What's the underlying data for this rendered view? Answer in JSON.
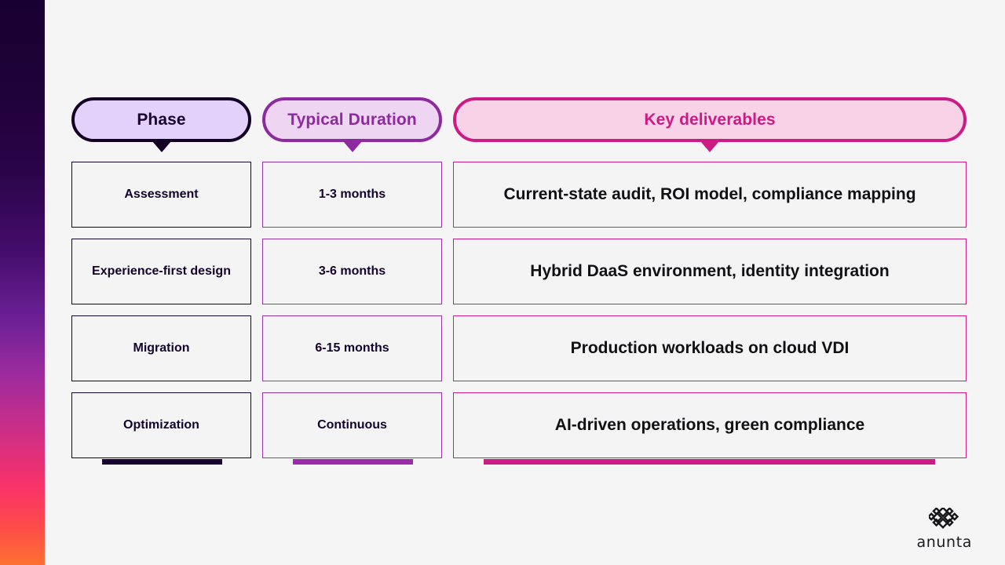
{
  "theme": {
    "gradient_top": "#190032",
    "gradient_mid": "#9b2b9e",
    "gradient_bottom": "#fe7032",
    "background": "#f5f5f6",
    "phase_accent": "#130024",
    "duration_accent": "#8e2aa0",
    "deliverable_accent": "#cc1b84"
  },
  "table": {
    "headers": [
      {
        "label": "Phase",
        "key": "phase"
      },
      {
        "label": "Typical Duration",
        "key": "duration"
      },
      {
        "label": "Key deliverables",
        "key": "deliverables"
      }
    ],
    "rows": [
      {
        "phase": "Assessment",
        "duration": "1-3 months",
        "deliverables": "Current-state audit, ROI model, compliance mapping"
      },
      {
        "phase": "Experience-first design",
        "duration": "3-6 months",
        "deliverables": "Hybrid DaaS environment, identity integration"
      },
      {
        "phase": "Migration",
        "duration": "6-15 months",
        "deliverables": "Production workloads on cloud VDI"
      },
      {
        "phase": "Optimization",
        "duration": "Continuous",
        "deliverables": "AI-driven operations, green compliance"
      }
    ]
  },
  "brand": {
    "wordmark": "anunta",
    "mark_name": "anunta-knot-logo"
  }
}
